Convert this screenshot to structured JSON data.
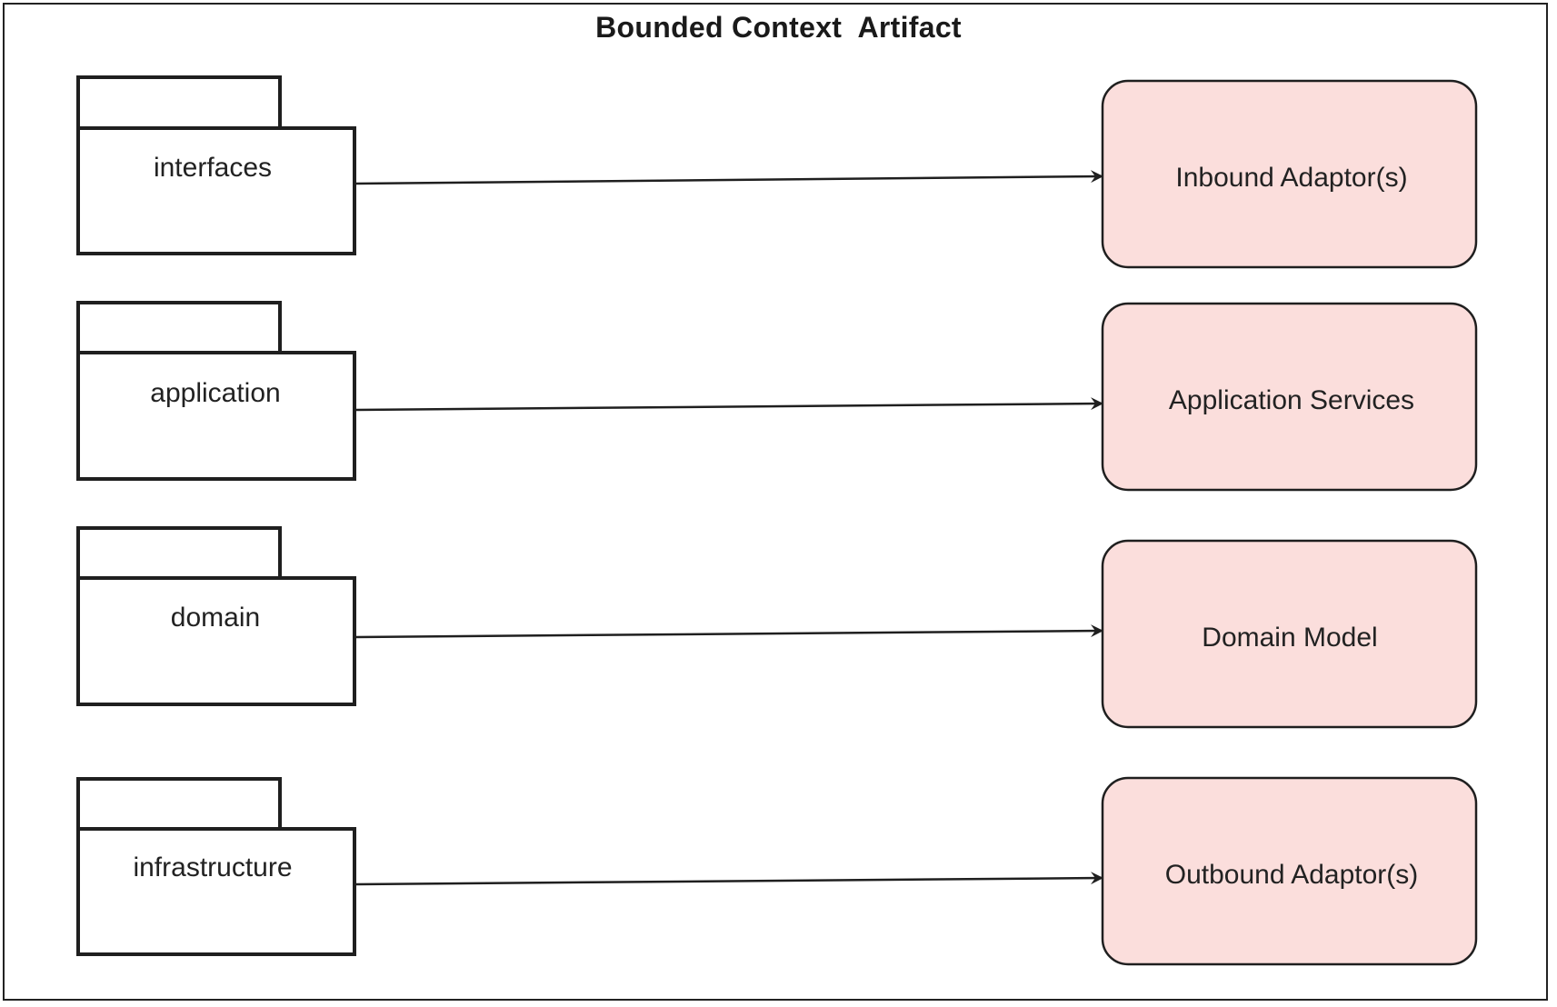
{
  "title": "Bounded Context  Artifact",
  "colors": {
    "stroke": "#1f1f1f",
    "target_fill": "#fbdedc",
    "text": "#222222"
  },
  "packages": [
    {
      "label": "interfaces"
    },
    {
      "label": "application"
    },
    {
      "label": "domain"
    },
    {
      "label": "infrastructure"
    }
  ],
  "targets": [
    {
      "label": "Inbound Adaptor(s)"
    },
    {
      "label": "Application Services"
    },
    {
      "label": "Domain Model"
    },
    {
      "label": "Outbound Adaptor(s)"
    }
  ],
  "connections": [
    {
      "from": "interfaces",
      "to": "Inbound Adaptor(s)"
    },
    {
      "from": "application",
      "to": "Application Services"
    },
    {
      "from": "domain",
      "to": "Domain Model"
    },
    {
      "from": "infrastructure",
      "to": "Outbound Adaptor(s)"
    }
  ]
}
